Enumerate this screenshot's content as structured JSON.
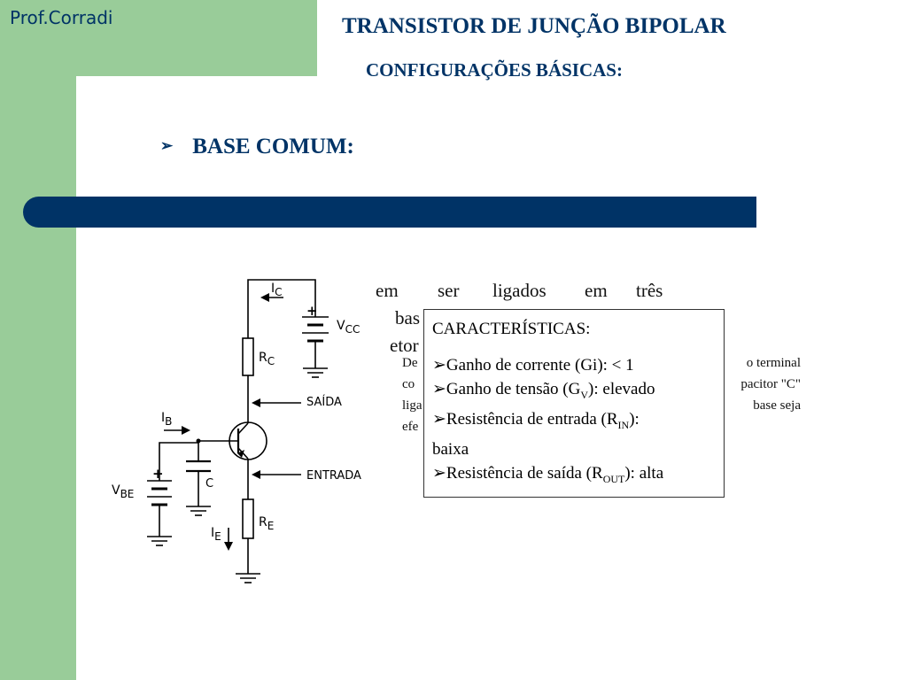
{
  "header": {
    "author": "Prof.Corradi",
    "title": "TRANSISTOR DE JUNÇÃO BIPOLAR",
    "subtitle": "CONFIGURAÇÕES BÁSICAS:"
  },
  "section": {
    "bullet": "➢",
    "heading": "BASE COMUM:"
  },
  "background_text": {
    "line1": [
      "em",
      "ser",
      "ligados",
      "em",
      "três"
    ],
    "line2_fragment": "bas",
    "line3_fragment": "etor",
    "small_left": [
      "De",
      "co",
      "liga",
      "efe"
    ],
    "small_right": [
      "o terminal",
      "pacitor \"C\"",
      "base seja"
    ]
  },
  "circuit": {
    "labels": {
      "ic": "I",
      "ic_sub": "C",
      "vcc": "V",
      "vcc_sub": "CC",
      "rc": "R",
      "rc_sub": "C",
      "saida": "SAÍDA",
      "ib": "I",
      "ib_sub": "B",
      "c": "C",
      "entrada": "ENTRADA",
      "vbe": "V",
      "vbe_sub": "BE",
      "ie": "I",
      "ie_sub": "E",
      "re": "R",
      "re_sub": "E",
      "plus": "+"
    }
  },
  "characteristics": {
    "title": "CARACTERÍSTICAS:",
    "arrow": "➢",
    "items": {
      "gi": "Ganho de corrente (Gi): < 1",
      "gv_prefix": "Ganho de tensão (G",
      "gv_sub": "V",
      "gv_suffix": "): elevado",
      "rin_prefix": "Resistência de entrada (R",
      "rin_sub": "IN",
      "rin_suffix": "):",
      "rin_value": "baixa",
      "rout_prefix": "Resistência de saída (R",
      "rout_sub": "OUT",
      "rout_suffix": "): alta"
    }
  }
}
